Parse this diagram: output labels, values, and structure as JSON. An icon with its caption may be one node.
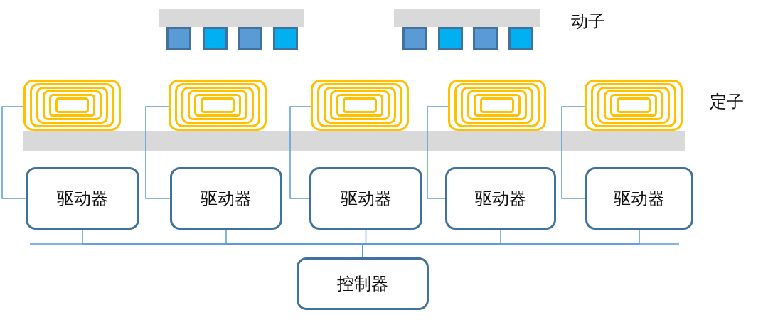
{
  "diagram": {
    "nodes": [
      {
        "text": [],
        "shape": "coil"
      },
      {
        "text": [],
        "shape": "coil"
      },
      {
        "text": [],
        "shape": "coil"
      },
      {
        "text": [],
        "shape": "coil"
      },
      {
        "text": [],
        "shape": "coil"
      },
      {
        "text": [
          "驱动器"
        ]
      },
      {
        "text": [
          "驱动器"
        ]
      },
      {
        "text": [
          "驱动器"
        ]
      },
      {
        "text": [
          "驱动器"
        ]
      },
      {
        "text": [
          "驱动器"
        ]
      },
      {
        "text": [
          "控制器"
        ]
      }
    ],
    "edges": [
      {
        "from": 0,
        "to": 5,
        "arrow": "none"
      },
      {
        "from": 1,
        "to": 6,
        "arrow": "none"
      },
      {
        "from": 2,
        "to": 7,
        "arrow": "none"
      },
      {
        "from": 3,
        "to": 8,
        "arrow": "none"
      },
      {
        "from": 4,
        "to": 9,
        "arrow": "none"
      },
      {
        "from": 5,
        "to": 10,
        "arrow": "none"
      },
      {
        "from": 6,
        "to": 10,
        "arrow": "none"
      },
      {
        "from": 7,
        "to": 10,
        "arrow": "none"
      },
      {
        "from": 8,
        "to": 10,
        "arrow": "none"
      },
      {
        "from": 9,
        "to": 10,
        "arrow": "none"
      }
    ],
    "labels": [
      "动子",
      "定子"
    ]
  }
}
